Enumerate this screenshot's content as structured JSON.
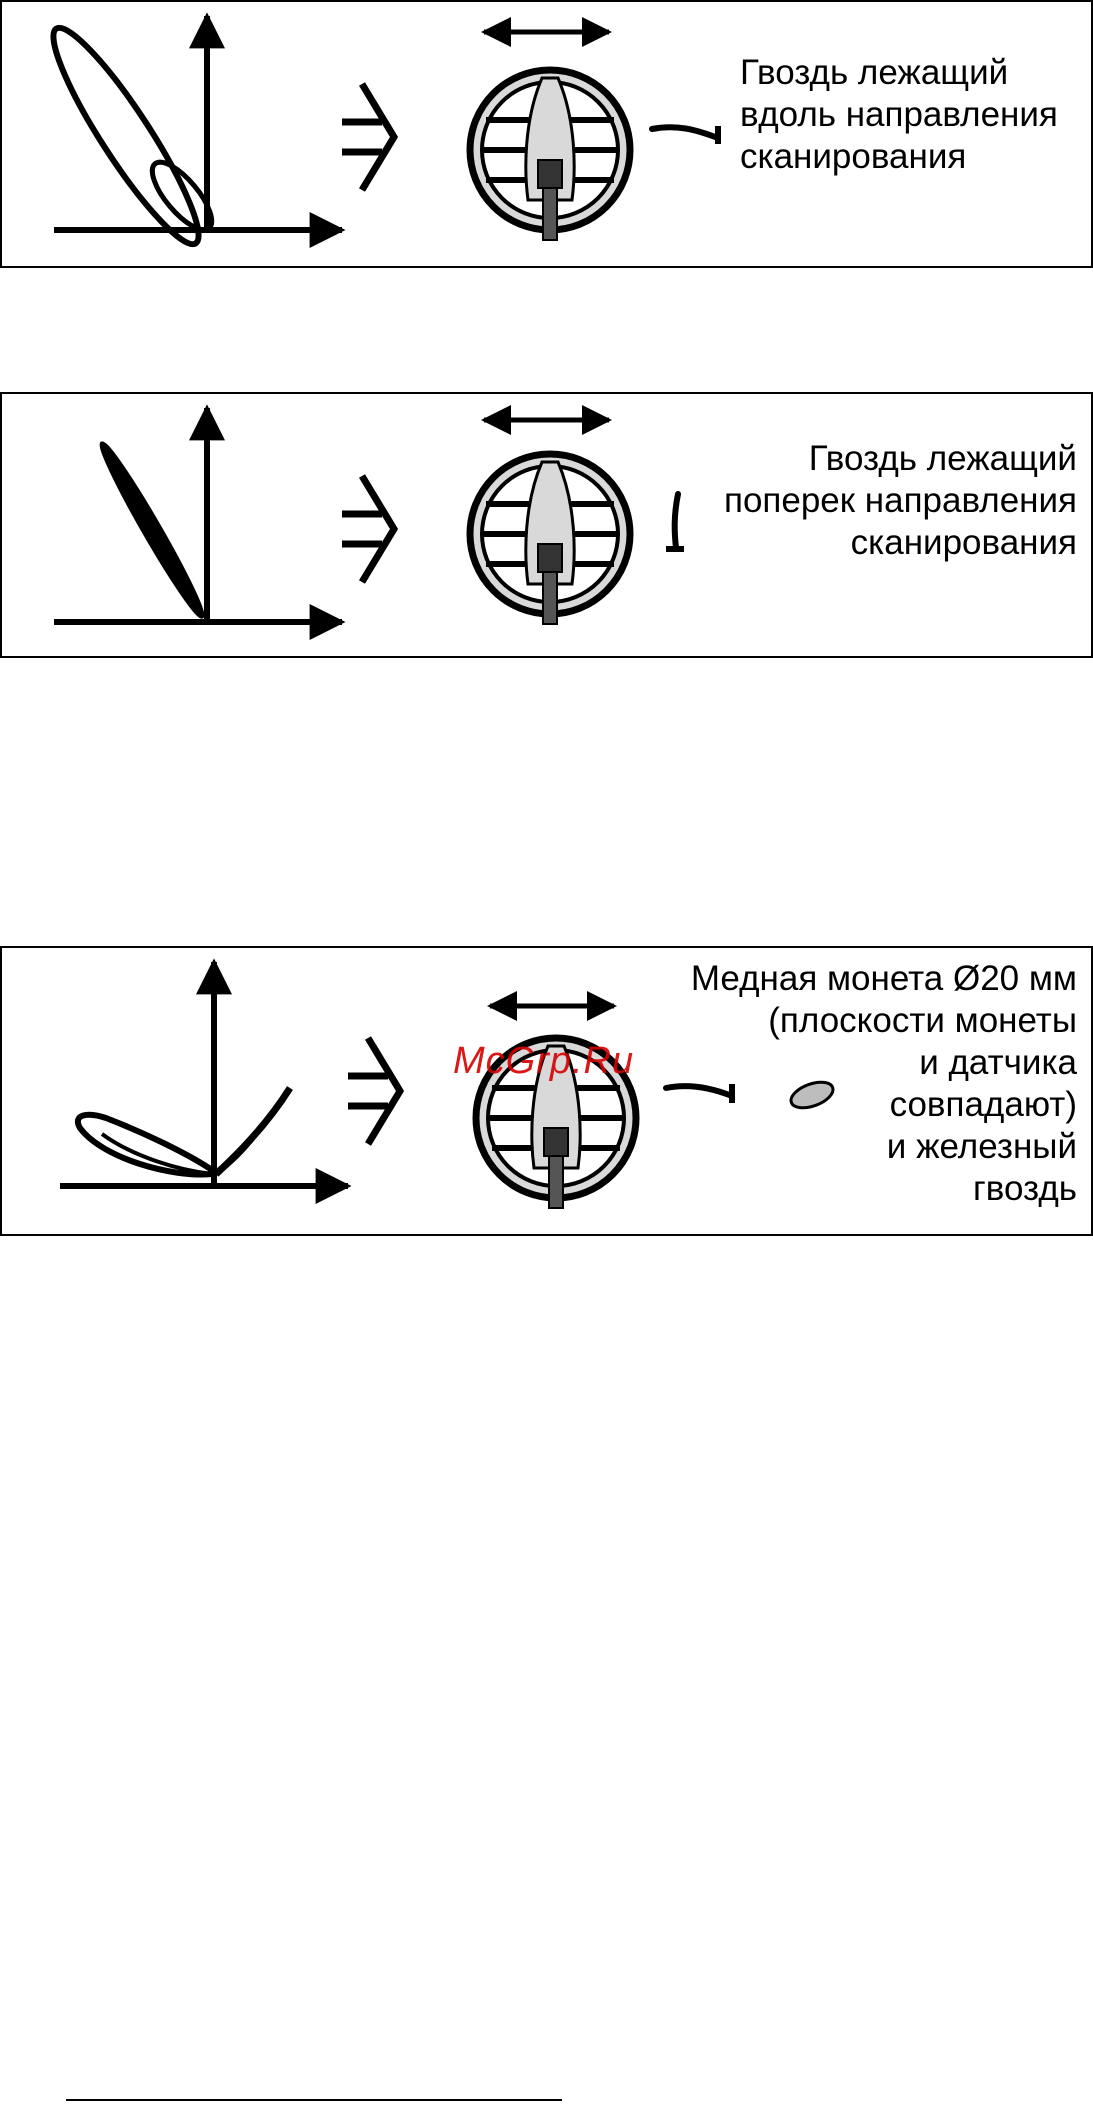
{
  "panels": [
    {
      "caption": [
        "Гвоздь лежащий",
        "вдоль направления",
        "сканирования"
      ]
    },
    {
      "caption": [
        "Гвоздь лежащий",
        "поперек направления",
        "сканирования"
      ]
    },
    {
      "caption": [
        "Медная монета Ø20 мм",
        "(плоскости монеты",
        "и датчика",
        "совпадают)",
        "и железный",
        "гвоздь"
      ]
    }
  ],
  "watermark": "McGrp.Ru",
  "colors": {
    "line": "#000000",
    "coil_fill": "#d9d9d9",
    "watermark": "#d80000"
  },
  "icons": [
    "axes-icon",
    "double-arrow-icon",
    "coil-icon",
    "nail-icon",
    "coin-icon"
  ]
}
